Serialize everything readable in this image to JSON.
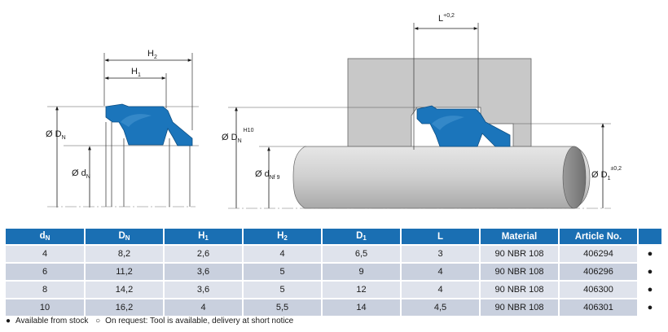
{
  "drawing": {
    "labels": {
      "h2": "H",
      "h2_sub": "2",
      "h1": "H",
      "h1_sub": "1",
      "dn_left": "Ø D",
      "dn_left_sub": "N",
      "dsmall_left": "Ø d",
      "dsmall_left_sub": "N",
      "dn_right": "Ø D",
      "dn_right_sub": "N",
      "dn_right_tol": "H10",
      "dnf_right": "Ø d",
      "dnf_right_sub": "Nf 9",
      "d1": "Ø D",
      "d1_sub": "1",
      "d1_tol": "±0,2",
      "l": "L",
      "l_tol": "+0,2"
    },
    "colors": {
      "seal": "#1b75bb",
      "housing": "#c8c8c8",
      "rod": "#d4d4d4"
    }
  },
  "table": {
    "headers": [
      {
        "main": "d",
        "sub": "N"
      },
      {
        "main": "D",
        "sub": "N"
      },
      {
        "main": "H",
        "sub": "1"
      },
      {
        "main": "H",
        "sub": "2"
      },
      {
        "main": "D",
        "sub": "1"
      },
      {
        "main": "L",
        "sub": ""
      },
      {
        "main": "Material",
        "sub": ""
      },
      {
        "main": "Article No.",
        "sub": ""
      },
      {
        "main": "",
        "sub": ""
      }
    ],
    "rows": [
      [
        "4",
        "8,2",
        "2,6",
        "4",
        "6,5",
        "3",
        "90 NBR 108",
        "406294",
        "●"
      ],
      [
        "6",
        "11,2",
        "3,6",
        "5",
        "9",
        "4",
        "90 NBR 108",
        "406296",
        "●"
      ],
      [
        "8",
        "14,2",
        "3,6",
        "5",
        "12",
        "4",
        "90 NBR 108",
        "406300",
        "●"
      ],
      [
        "10",
        "16,2",
        "4",
        "5,5",
        "14",
        "4,5",
        "90 NBR 108",
        "406301",
        "●"
      ]
    ]
  },
  "legend": {
    "stock_symbol": "●",
    "stock_text": "Available from stock",
    "request_symbol": "○",
    "request_text": "On request: Tool is available, delivery at short notice"
  }
}
